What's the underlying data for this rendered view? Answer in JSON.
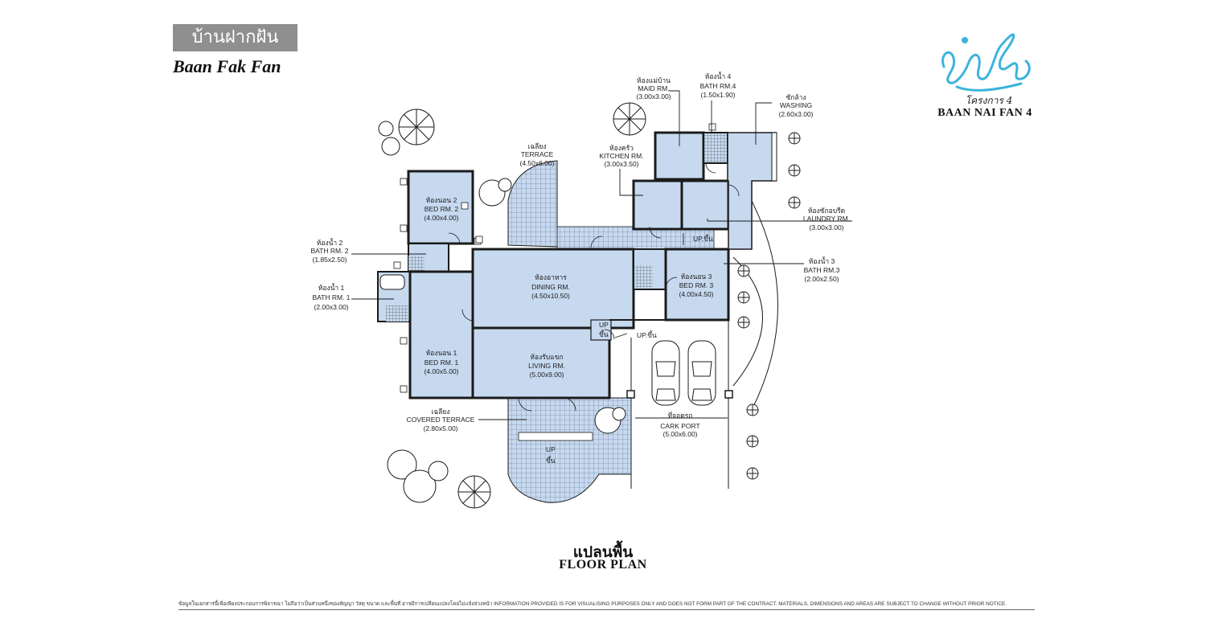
{
  "header": {
    "thai_title": "บ้านฝากฝัน",
    "english_title": "Baan Fak Fan"
  },
  "project": {
    "logo_text": "บ้านในฝัน",
    "thai_label": "โครงการ 4",
    "name": "BAAN NAI FAN 4"
  },
  "plan_title": {
    "thai": "แปลนพื้น",
    "english": "FLOOR PLAN"
  },
  "rooms": {
    "maid": {
      "thai": "ห้องแม่บ้าน",
      "en": "MAID RM.",
      "size": "(3.00x3.00)"
    },
    "bath4": {
      "thai": "ห้องน้ำ 4",
      "en": "BATH RM.4",
      "size": "(1.50x1.90)"
    },
    "washing": {
      "thai": "ซักล้าง",
      "en": "WASHING",
      "size": "(2.60x3.00)"
    },
    "terrace": {
      "thai": "เฉลียง",
      "en": "TERRACE",
      "size": "(4.50x6.00)"
    },
    "kitchen": {
      "thai": "ห้องครัว",
      "en": "KITCHEN RM.",
      "size": "(3.00x3.50)"
    },
    "bed2": {
      "thai": "ห้องนอน 2",
      "en": "BED RM. 2",
      "size": "(4.00x4.00)"
    },
    "laundry": {
      "thai": "ห้องซักอบรีด",
      "en": "LAUNDRY RM.",
      "size": "(3.00x3.00)"
    },
    "bath2": {
      "thai": "ห้องน้ำ 2",
      "en": "BATH RM. 2",
      "size": "(1.85x2.50)"
    },
    "bath3": {
      "thai": "ห้องน้ำ 3",
      "en": "BATH RM.3",
      "size": "(2.00x2.50)"
    },
    "dining": {
      "thai": "ห้องอาหาร",
      "en": "DINING RM.",
      "size": "(4.50x10.50)"
    },
    "bed3": {
      "thai": "ห้องนอน 3",
      "en": "BED RM. 3",
      "size": "(4.00x4.50)"
    },
    "bath1": {
      "thai": "ห้องน้ำ 1",
      "en": "BATH RM. 1",
      "size": "(2.00x3.00)"
    },
    "bed1": {
      "thai": "ห้องนอน 1",
      "en": "BED RM. 1",
      "size": "(4.00x5.00)"
    },
    "living": {
      "thai": "ห้องรับแขก",
      "en": "LIVING RM.",
      "size": "(5.00x9.00)"
    },
    "covered_terrace": {
      "thai": "เฉลียง",
      "en": "COVERED TERRACE",
      "size": "(2.80x5.00)"
    },
    "carport": {
      "thai": "ที่จอดรถ",
      "en": "CARK PORT",
      "size": "(5.00x6.00)"
    }
  },
  "markers": {
    "up1": "UP.ขึ้น",
    "up2": "UP.ขึ้น",
    "up3": "UP",
    "up3b": "ขึ้น",
    "up4": "UP",
    "up4b": "ขึ้น"
  },
  "disclaimer": "ข้อมูลในเอกสารนี้เพื่อเพียงประกอบการพิจารณา ไม่ถือว่าเป็นส่วนหนึ่งของสัญญา วัสดุ ขนาด และพื้นที่ อาจมีการเปลี่ยนแปลงโดยไม่แจ้งล่วงหน้า INFORMATION PROVIDED IS FOR VISUALISING PURPOSES ONLY AND DOES NOT FORM PART OF THE CONTRACT. MATERIALS, DIMENSIONS AND AREAS ARE SUBJECT TO CHANGE WITHOUT PRIOR NOTICE.",
  "colors": {
    "room_fill": "#c6d9ef",
    "wall": "#1b1b1b",
    "logo": "#3cb3dc",
    "badge": "#8f8f8f"
  }
}
